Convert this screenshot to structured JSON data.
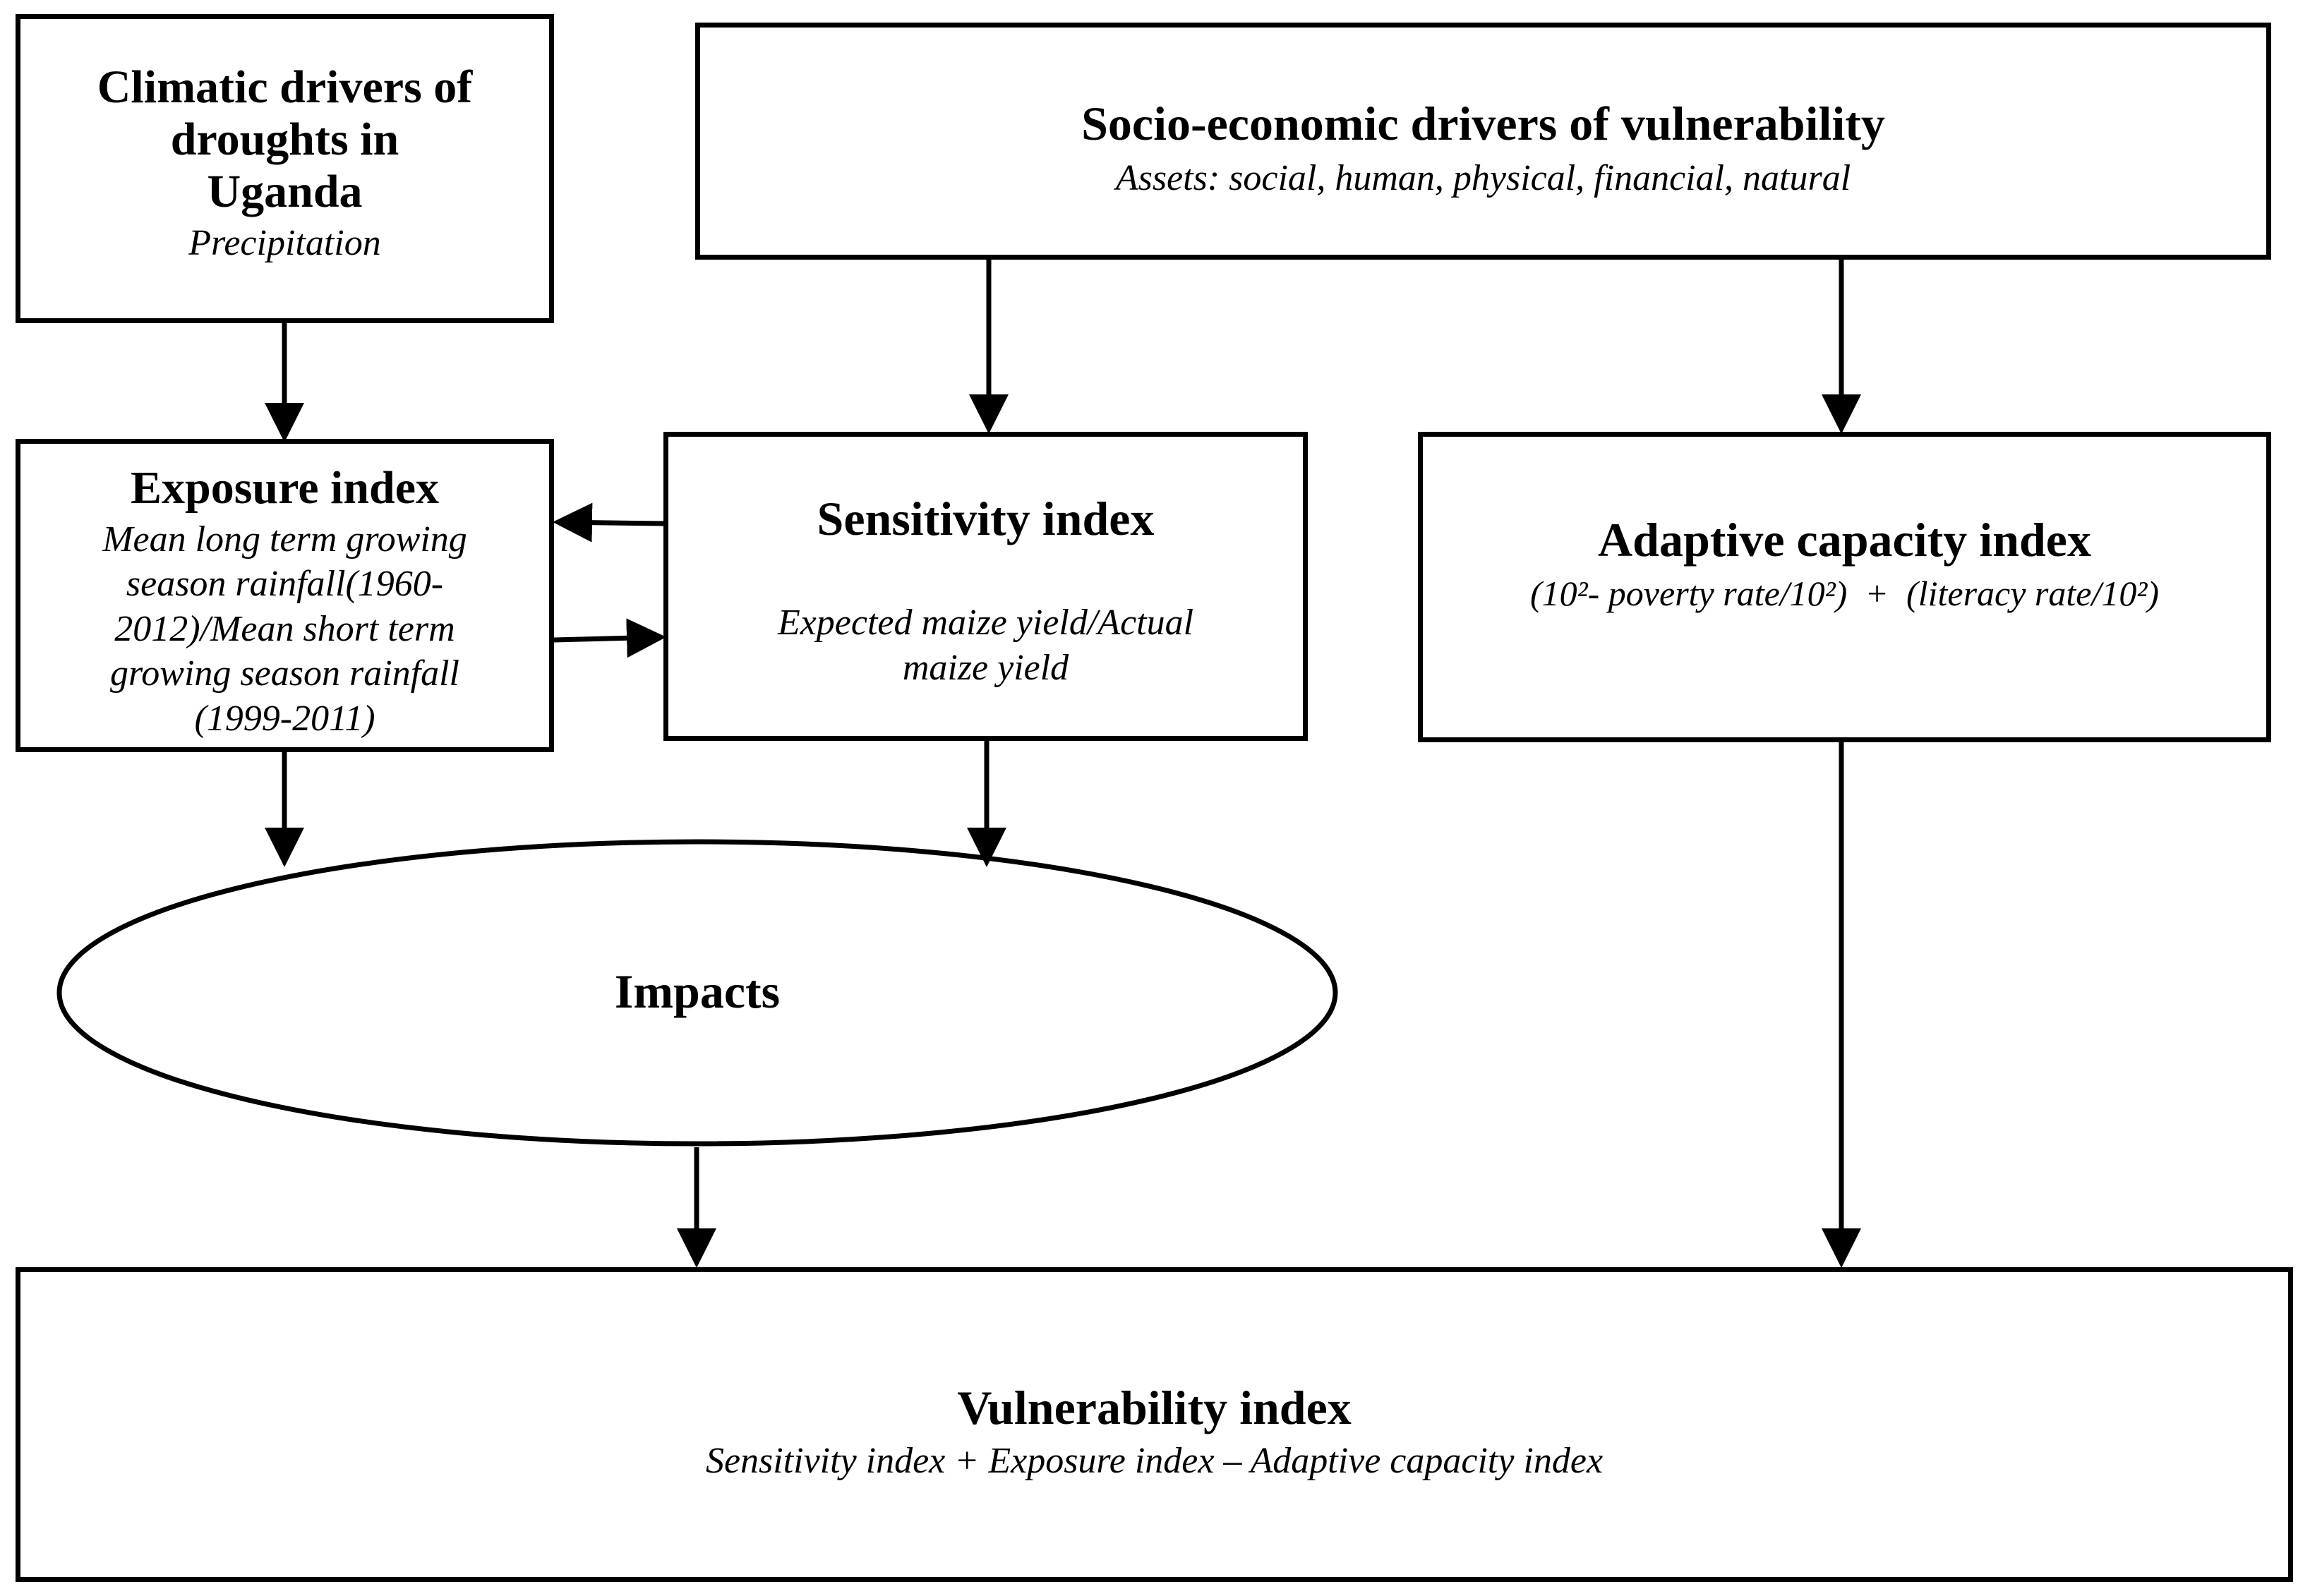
{
  "nodes": {
    "climatic": {
      "title_line1": "Climatic drivers of",
      "title_line2": "droughts in",
      "title_line3": "Uganda",
      "subtitle": "Precipitation"
    },
    "socio": {
      "title": "Socio-economic drivers of vulnerability",
      "subtitle": "Assets: social, human, physical, financial, natural"
    },
    "exposure": {
      "title": "Exposure index",
      "sub_line1": "Mean long term growing",
      "sub_line2": "season rainfall(1960-",
      "sub_line3": "2012)/Mean short term",
      "sub_line4": "growing season rainfall",
      "sub_line5": "(1999-2011)"
    },
    "sensitivity": {
      "title": "Sensitivity index",
      "sub_line1": "Expected maize yield/Actual",
      "sub_line2": "maize yield"
    },
    "adaptive": {
      "title": "Adaptive capacity index",
      "subtitle": "(10²- poverty rate/10²)  +  (literacy rate/10²)"
    },
    "impacts": {
      "label": "Impacts"
    },
    "vulnerability": {
      "title": "Vulnerability index",
      "subtitle": "Sensitivity index + Exposure index – Adaptive capacity index"
    }
  },
  "edges": [
    {
      "from": "climatic",
      "to": "exposure"
    },
    {
      "from": "socio",
      "to": "sensitivity"
    },
    {
      "from": "socio",
      "to": "adaptive"
    },
    {
      "from": "sensitivity",
      "to": "exposure"
    },
    {
      "from": "exposure",
      "to": "sensitivity"
    },
    {
      "from": "exposure",
      "to": "impacts"
    },
    {
      "from": "sensitivity",
      "to": "impacts"
    },
    {
      "from": "impacts",
      "to": "vulnerability"
    },
    {
      "from": "adaptive",
      "to": "vulnerability"
    }
  ]
}
